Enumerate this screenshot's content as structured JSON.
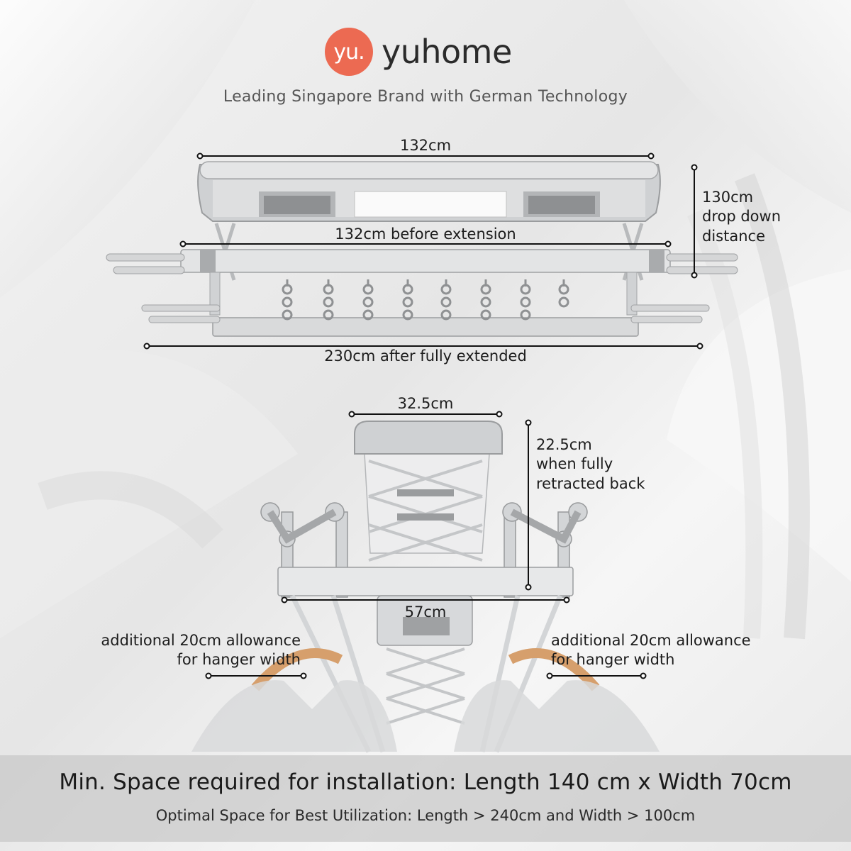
{
  "brand": {
    "badge_text": "yu.",
    "name": "yuhome",
    "accent_color": "#ec6a52"
  },
  "tagline": "Leading Singapore Brand with German Technology",
  "top_view": {
    "width_label": "132cm",
    "drop_label": [
      "130cm",
      "drop down",
      "distance"
    ],
    "before_extension_label": "132cm before extension",
    "after_extension_label": "230cm after fully extended"
  },
  "side_view": {
    "depth_label": "32.5cm",
    "height_label": [
      "22.5cm",
      "when fully",
      "retracted back"
    ],
    "width_label": "57cm",
    "hanger_left": [
      "additional 20cm allowance",
      "for hanger width"
    ],
    "hanger_right": [
      "additional 20cm allowance",
      "for hanger width"
    ]
  },
  "footer": {
    "min_space": "Min. Space required for installation: Length 140 cm x Width 70cm",
    "optimal_space": "Optimal Space for Best Utilization: Length > 240cm and Width > 100cm"
  }
}
